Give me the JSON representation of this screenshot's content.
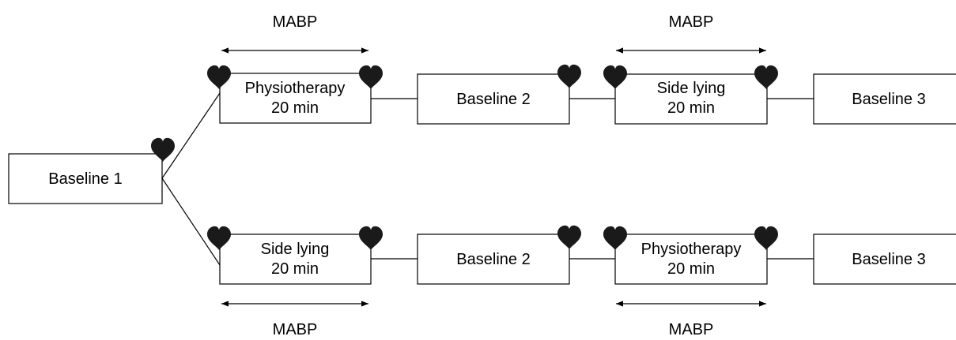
{
  "colors": {
    "heart": "#1a1a1a",
    "stroke": "#000000",
    "background": "#ffffff"
  },
  "icon": "heart-icon",
  "start": {
    "label": "Baseline 1"
  },
  "arms": [
    {
      "steps": [
        {
          "line1": "Physiotherapy",
          "line2": "20 min"
        },
        {
          "line1": "Baseline 2",
          "line2": ""
        },
        {
          "line1": "Side lying",
          "line2": "20 min"
        },
        {
          "line1": "Baseline 3",
          "line2": ""
        }
      ],
      "measure_labels": [
        "MABP",
        "MABP"
      ]
    },
    {
      "steps": [
        {
          "line1": "Side lying",
          "line2": "20 min"
        },
        {
          "line1": "Baseline 2",
          "line2": ""
        },
        {
          "line1": "Physiotherapy",
          "line2": "20 min"
        },
        {
          "line1": "Baseline 3",
          "line2": ""
        }
      ],
      "measure_labels": [
        "MABP",
        "MABP"
      ]
    }
  ]
}
